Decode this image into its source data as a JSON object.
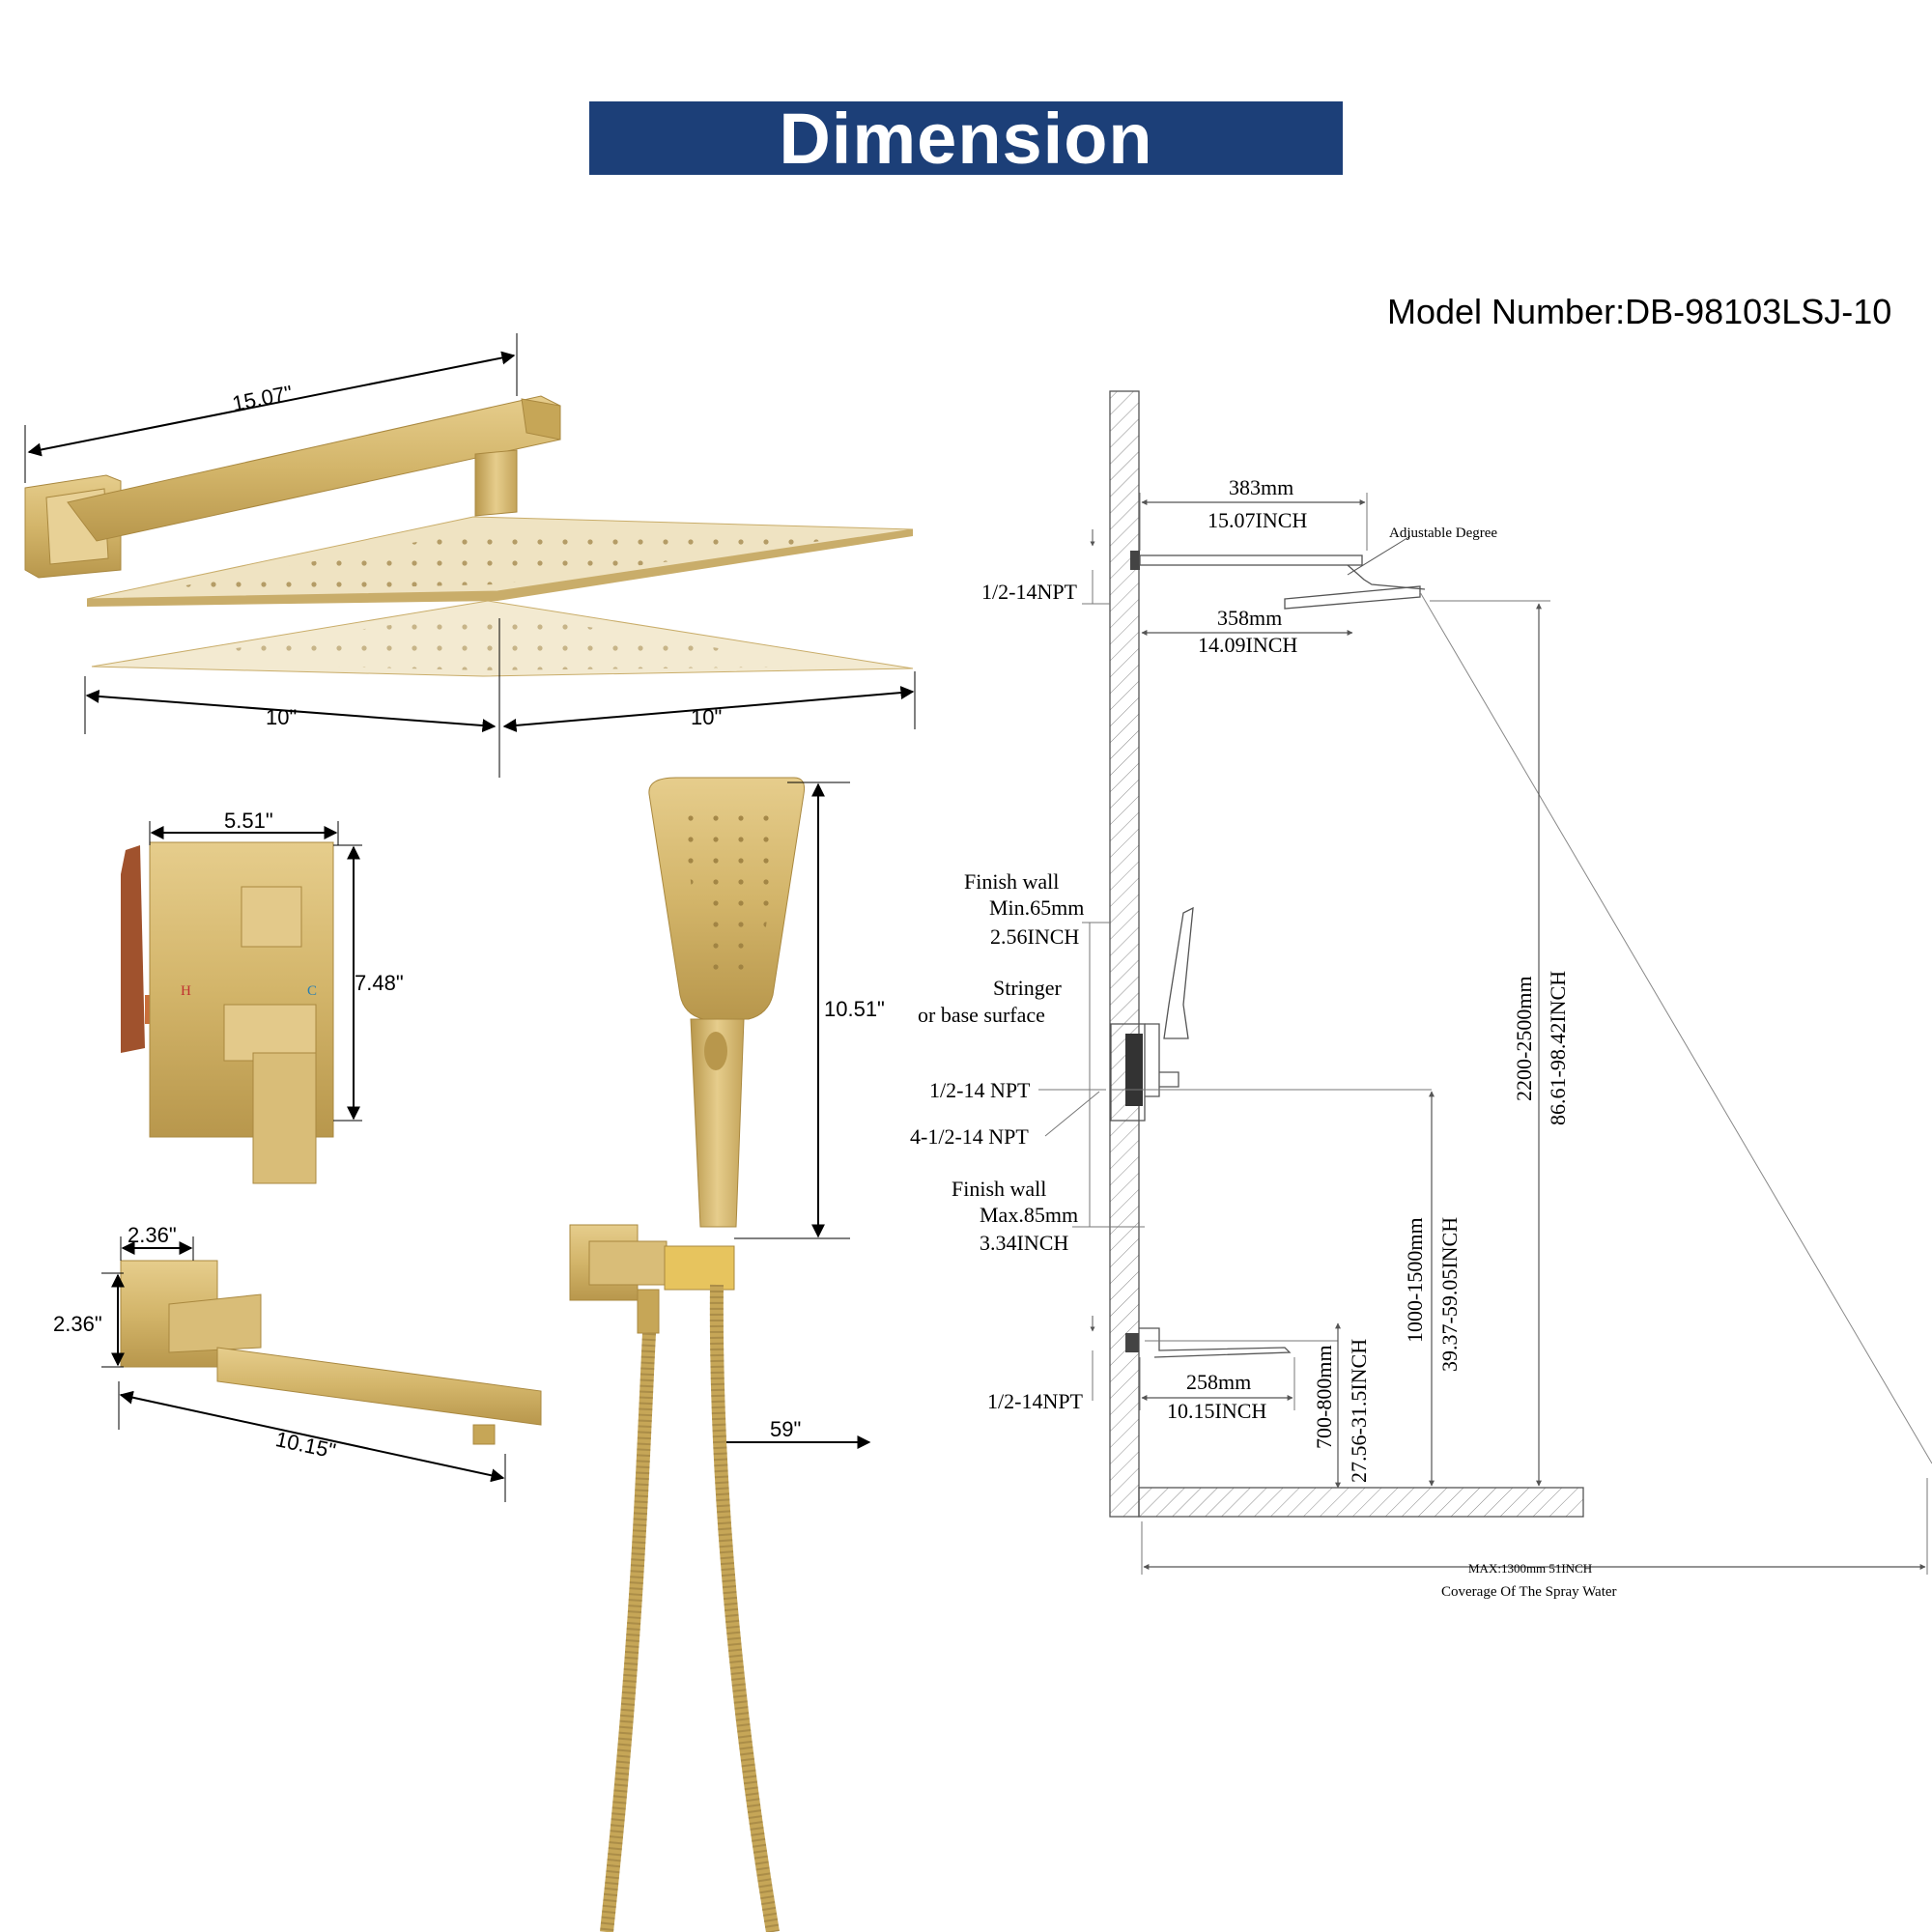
{
  "header": {
    "title": "Dimension",
    "model_number": "Model Number:DB-98103LSJ-10"
  },
  "colors": {
    "banner": "#1c3f78",
    "gold": "#d3b56a",
    "gold_dark": "#a9883f",
    "line": "#555555"
  },
  "rain_shower": {
    "arm_length": "15.07\"",
    "head_left": "10\"",
    "head_right": "10\""
  },
  "valve": {
    "width": "5.51\"",
    "height": "7.48\"",
    "hot_mark": "H",
    "cold_mark": "C"
  },
  "spout": {
    "width": "2.36\"",
    "height": "2.36\"",
    "length": "10.15\""
  },
  "hand_shower": {
    "head_length": "10.51\"",
    "hose_length": "59\""
  },
  "installation": {
    "arm_length_mm": "383mm",
    "arm_length_inch": "15.07INCH",
    "reach_mm": "358mm",
    "reach_inch": "14.09INCH",
    "adjustable": "Adjustable Degree",
    "top_thread": "1/2-14NPT",
    "head_height_mm": "2200-2500mm",
    "head_height_inch": "86.61-98.42INCH",
    "finish_wall_min_1": "Finish wall",
    "finish_wall_min_2": "Min.65mm",
    "finish_wall_min_3": "2.56INCH",
    "stringer_1": "Stringer",
    "stringer_2": "or base surface",
    "valve_thread": "1/2-14 NPT",
    "valve_thread_4": "4-1/2-14 NPT",
    "finish_wall_max_1": "Finish wall",
    "finish_wall_max_2": "Max.85mm",
    "finish_wall_max_3": "3.34INCH",
    "valve_height_mm": "1000-1500mm",
    "valve_height_inch": "39.37-59.05INCH",
    "spout_thread": "1/2-14NPT",
    "spout_length_mm": "258mm",
    "spout_length_inch": "10.15INCH",
    "spout_height_mm": "700-800mm",
    "spout_height_inch": "27.56-31.5INCH",
    "coverage_max": "MAX:1300mm 51INCH",
    "coverage_label": "Coverage Of The Spray Water"
  }
}
